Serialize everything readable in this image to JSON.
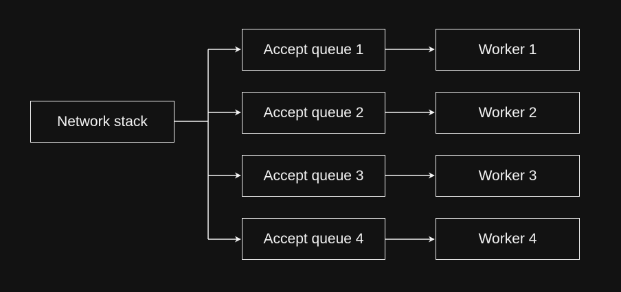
{
  "colors": {
    "background": "#121212",
    "foreground": "#f2f2f2"
  },
  "source": {
    "label": "Network stack"
  },
  "queues": [
    {
      "label": "Accept queue 1"
    },
    {
      "label": "Accept queue 2"
    },
    {
      "label": "Accept queue 3"
    },
    {
      "label": "Accept queue 4"
    }
  ],
  "workers": [
    {
      "label": "Worker 1"
    },
    {
      "label": "Worker 2"
    },
    {
      "label": "Worker 3"
    },
    {
      "label": "Worker 4"
    }
  ]
}
